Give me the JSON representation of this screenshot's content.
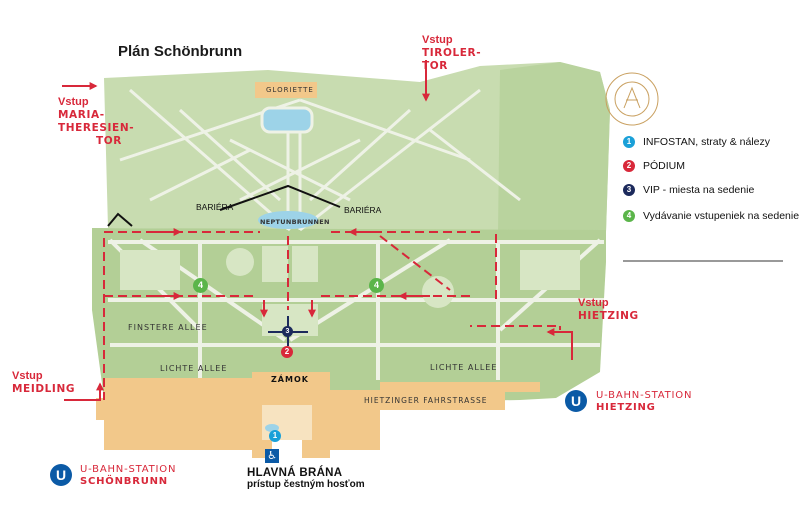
{
  "title": "Plán Schönbrunn",
  "entrances": {
    "maria": {
      "line1": "Vstup",
      "line2": "MARIA-",
      "line3": "THERESIEN-",
      "line4": "TOR"
    },
    "tiroler": {
      "line1": "Vstup",
      "line2": "TIROLER-",
      "line3": "TOR"
    },
    "hietzing": {
      "line1": "Vstup",
      "line2": "HIETZING"
    },
    "meidling": {
      "line1": "Vstup",
      "line2": "MEIDLING"
    }
  },
  "places": {
    "gloriette": "GLORIETTE",
    "barrier_left": "BARIÉRA",
    "barrier_right": "BARIÉRA",
    "neptunbrunnen": "NEPTUNBRUNNEN",
    "finstere_allee": "FINSTERE ALLEE",
    "lichte_allee_left": "LICHTE ALLEE",
    "lichte_allee_right": "LICHTE ALLEE",
    "zamok": "ZÁMOK",
    "hietzinger": "HIETZINGER FAHRSTRASSE"
  },
  "main_gate": {
    "line1": "HLAVNÁ BRÁNA",
    "line2": "prístup čestným hosťom"
  },
  "ubahn": {
    "schonbrunn": {
      "badge": "U",
      "line1": "U-BAHN-STATION",
      "line2": "SCHÖNBRUNN"
    },
    "hietzing": {
      "badge": "U",
      "line1": "U-BAHN-STATION",
      "line2": "HIETZING"
    }
  },
  "legend": [
    {
      "num": "1",
      "text": "INFOSTAN, straty & nálezy",
      "color": "#1aa0d8"
    },
    {
      "num": "2",
      "text": "PÓDIUM",
      "color": "#d8283a"
    },
    {
      "num": "3",
      "text": "VIP - miesta na sedenie",
      "color": "#1c2a5c"
    },
    {
      "num": "4",
      "text": "Vydávanie vstupeniek na sedenie",
      "color": "#5bb54a"
    }
  ],
  "markers": {
    "m1": "1",
    "m2": "2",
    "m3": "3",
    "m4a": "4",
    "m4b": "4"
  },
  "colors": {
    "park": "#c8dcb0",
    "park_dark": "#a9c68c",
    "path": "#eef2e6",
    "building": "#f2c88a",
    "route": "#d8283a",
    "accent_blue": "#0b5aa6"
  },
  "icons": {
    "wheelchair": "wheelchair-icon",
    "logo": "wiener-philharmoniker-logo"
  }
}
